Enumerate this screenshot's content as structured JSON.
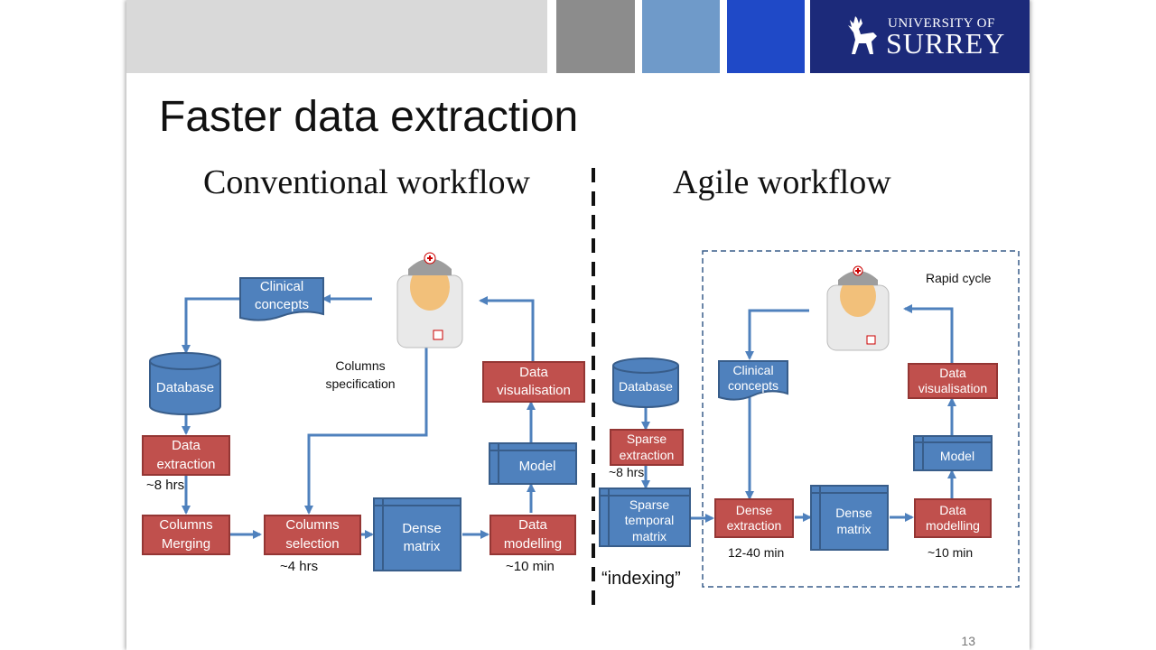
{
  "header": {
    "logo": {
      "line1": "UNIVERSITY OF",
      "line2": "SURREY"
    },
    "colors": {
      "gray_light": "#d9d9d9",
      "gray_dark": "#8c8c8c",
      "blue_light": "#6f9ac9",
      "blue": "#1f49c7",
      "navy": "#1c2a7a"
    }
  },
  "slide": {
    "title": "Faster data extraction",
    "page_number": "13"
  },
  "conventional": {
    "heading": "Conventional workflow",
    "clinical_concepts": "Clinical concepts",
    "database": "Database",
    "data_extraction": "Data extraction",
    "extraction_time": "~8 hrs",
    "columns_merging": "Columns Merging",
    "columns_selection": "Columns selection",
    "selection_time": "~4 hrs",
    "dense_matrix": "Dense matrix",
    "data_modelling": "Data modelling",
    "modelling_time": "~10 min",
    "model": "Model",
    "data_visualisation": "Data visualisation",
    "columns_spec": "Columns specification"
  },
  "agile": {
    "heading": "Agile workflow",
    "rapid_cycle": "Rapid cycle",
    "database": "Database",
    "sparse_extraction": "Sparse extraction",
    "extraction_time": "~8 hrs",
    "sparse_temporal_matrix": "Sparse temporal matrix",
    "indexing": "“indexing”",
    "clinical_concepts": "Clinical concepts",
    "dense_extraction": "Dense extraction",
    "dense_extraction_time": "12-40 min",
    "dense_matrix": "Dense matrix",
    "data_modelling": "Data modelling",
    "modelling_time": "~10 min",
    "model": "Model",
    "data_visualisation": "Data visualisation"
  },
  "colors": {
    "red_box": "#c0504d",
    "blue_box": "#4f81bd",
    "arrow": "#4f81bd"
  }
}
